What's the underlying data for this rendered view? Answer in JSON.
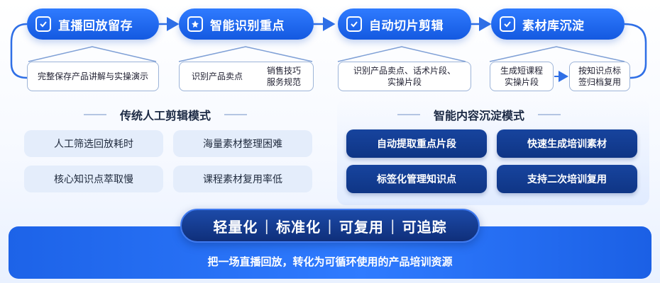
{
  "steps": [
    {
      "label": "直播回放留存",
      "icon": "check-shield-icon"
    },
    {
      "label": "智能识别重点",
      "icon": "star-shield-icon"
    },
    {
      "label": "自动切片剪辑",
      "icon": "check-doc-icon"
    },
    {
      "label": "素材库沉淀",
      "icon": "check-doc-icon"
    }
  ],
  "substeps": {
    "s1": "完整保存产品讲解与实操演示",
    "s2a": "识别产品卖点",
    "s2b_1": "销售技巧",
    "s2b_2": "服务规范",
    "s3_1": "识别产品卖点、话术片段、",
    "s3_2": "实操片段",
    "s4a_1": "生成短课程",
    "s4a_2": "实操片段",
    "s4b_1": "按知识点标",
    "s4b_2": "签归档复用"
  },
  "traditional": {
    "title": "传统人工剪辑模式",
    "items": [
      "人工筛选回放耗时",
      "海量素材整理困难",
      "核心知识点萃取慢",
      "课程素材复用率低"
    ]
  },
  "smart": {
    "title": "智能内容沉淀模式",
    "items": [
      "自动提取重点片段",
      "快速生成培训素材",
      "标签化管理知识点",
      "支持二次培训复用"
    ]
  },
  "badge": {
    "items": [
      "轻量化",
      "标准化",
      "可复用",
      "可追踪"
    ],
    "separator": "|"
  },
  "banner": {
    "text": "把一场直播回放，转化为可循环使用的产品培训资源"
  },
  "colors": {
    "primary_blue": "#1f6cf0",
    "dark_navy": "#0f3585",
    "light_panel": "#e4edfb",
    "connector": "#2f6fe6"
  }
}
